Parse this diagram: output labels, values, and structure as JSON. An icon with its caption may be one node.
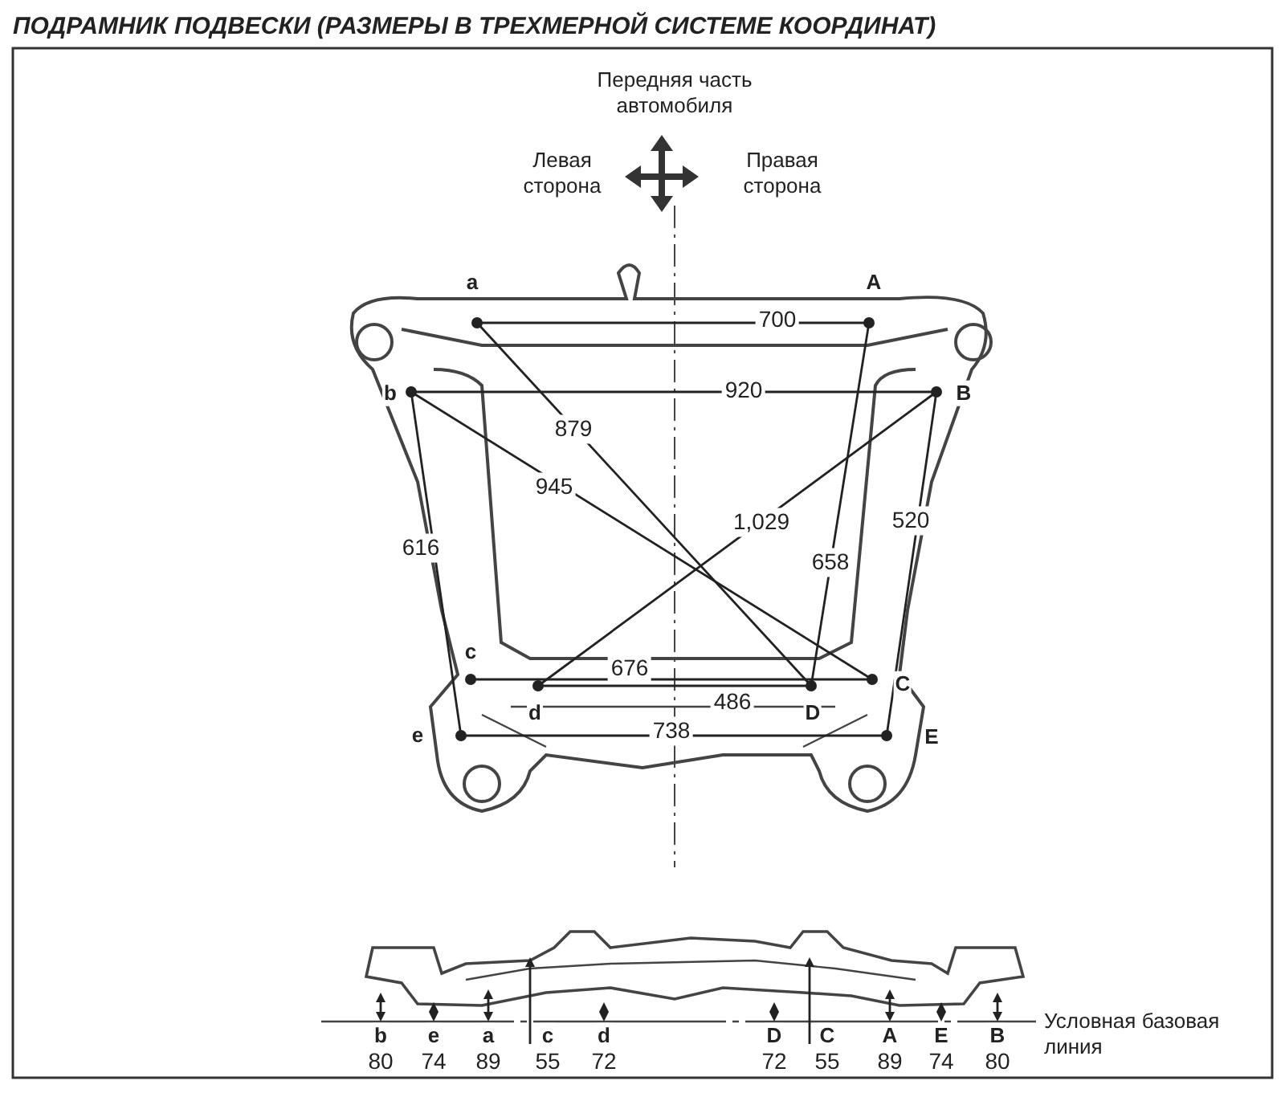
{
  "diagram": {
    "title": "ПОДРАМНИК ПОДВЕСКИ (РАЗМЕРЫ В ТРЕХМЕРНОЙ СИСТЕМЕ КООРДИНАТ)",
    "labels": [
      "Передняя часть автомобиля",
      "Левая сторона",
      "Правая сторона",
      "a",
      "A",
      "700",
      "b",
      "920",
      "B",
      "879",
      "945",
      "1,029",
      "520",
      "616",
      "658",
      "c",
      "676",
      "C",
      "d",
      "486",
      "D",
      "e",
      "738",
      "E",
      "b",
      "e",
      "a",
      "c",
      "d",
      "D",
      "C",
      "A",
      "E",
      "B",
      "80",
      "74",
      "89",
      "55",
      "72",
      "72",
      "55",
      "89",
      "74",
      "80",
      "Условная базовая линия"
    ]
  }
}
